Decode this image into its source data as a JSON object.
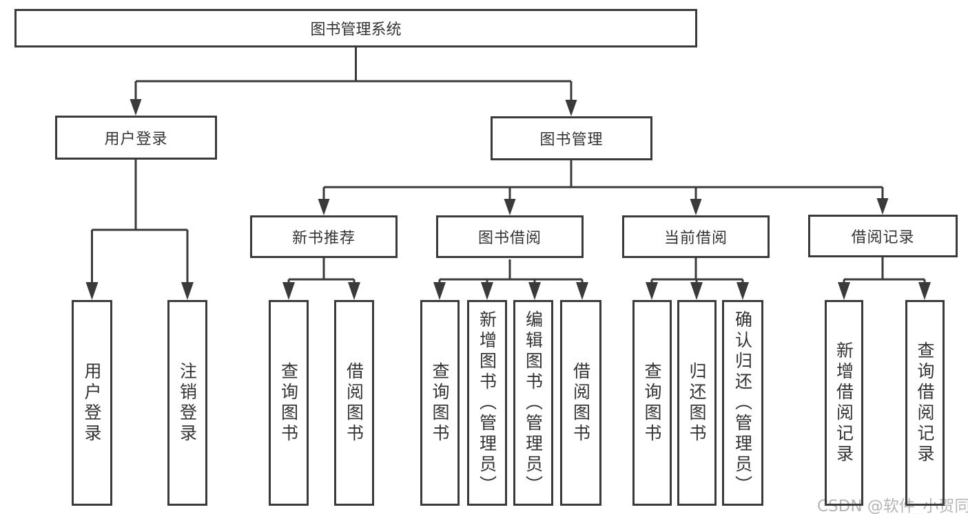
{
  "diagram": {
    "title": "图书管理系统",
    "root": {
      "label": "图书管理系统"
    },
    "level2": [
      {
        "label": "用户登录"
      },
      {
        "label": "图书管理"
      }
    ],
    "level3": [
      {
        "label": "新书推荐",
        "parent": "图书管理"
      },
      {
        "label": "图书借阅",
        "parent": "图书管理"
      },
      {
        "label": "当前借阅",
        "parent": "图书管理"
      },
      {
        "label": "借阅记录",
        "parent": "图书管理"
      }
    ],
    "leaves": [
      {
        "label": "用户登录",
        "parent": "用户登录"
      },
      {
        "label": "注销登录",
        "parent": "用户登录"
      },
      {
        "label": "查询图书",
        "parent": "新书推荐"
      },
      {
        "label": "借阅图书",
        "parent": "新书推荐"
      },
      {
        "label": "查询图书",
        "parent": "图书借阅"
      },
      {
        "label": "新增图书（管理员）",
        "parent": "图书借阅"
      },
      {
        "label": "编辑图书（管理员）",
        "parent": "图书借阅"
      },
      {
        "label": "借阅图书",
        "parent": "图书借阅"
      },
      {
        "label": "查询图书",
        "parent": "当前借阅"
      },
      {
        "label": "归还图书",
        "parent": "当前借阅"
      },
      {
        "label": "确认归还（管理员）",
        "parent": "当前借阅"
      },
      {
        "label": "新增借阅记录",
        "parent": "借阅记录"
      },
      {
        "label": "查询借阅记录",
        "parent": "借阅记录"
      }
    ]
  },
  "watermark": {
    "text": "CSDN @软件_小贺同学"
  },
  "colors": {
    "line": "#3a3a3a",
    "text": "#333333",
    "background": "#ffffff",
    "watermark": "#b5b5b5"
  }
}
